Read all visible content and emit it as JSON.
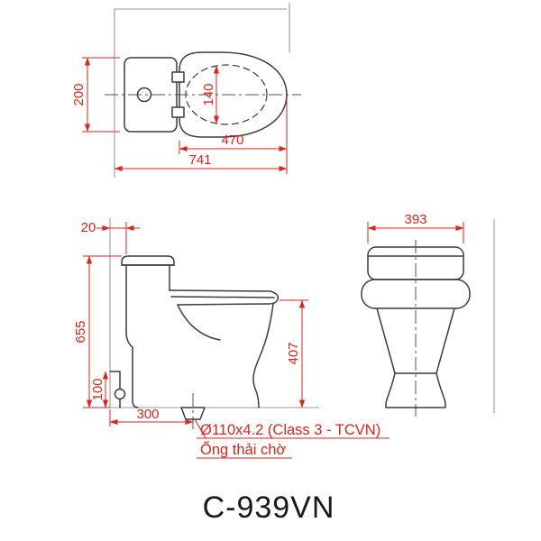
{
  "title": "C-939VN",
  "colors": {
    "dimension": "#e2231a",
    "line": "#3c3c3c",
    "wall": "#999999",
    "center": "#555555",
    "text": "#1a1a1a"
  },
  "views": {
    "top": {
      "tank_depth": "200",
      "bowl_inner_width": "140",
      "seat_length": "470",
      "total_depth": "741"
    },
    "side": {
      "wall_gap": "20",
      "total_height": "655",
      "inlet_height": "100",
      "bowl_height": "407",
      "drain_offset": "300"
    },
    "front": {
      "width": "393"
    }
  },
  "notes": {
    "drain_spec": "Ø110x4.2 (Class 3 - TCVN)",
    "drain_label": "Ống thải chờ"
  }
}
